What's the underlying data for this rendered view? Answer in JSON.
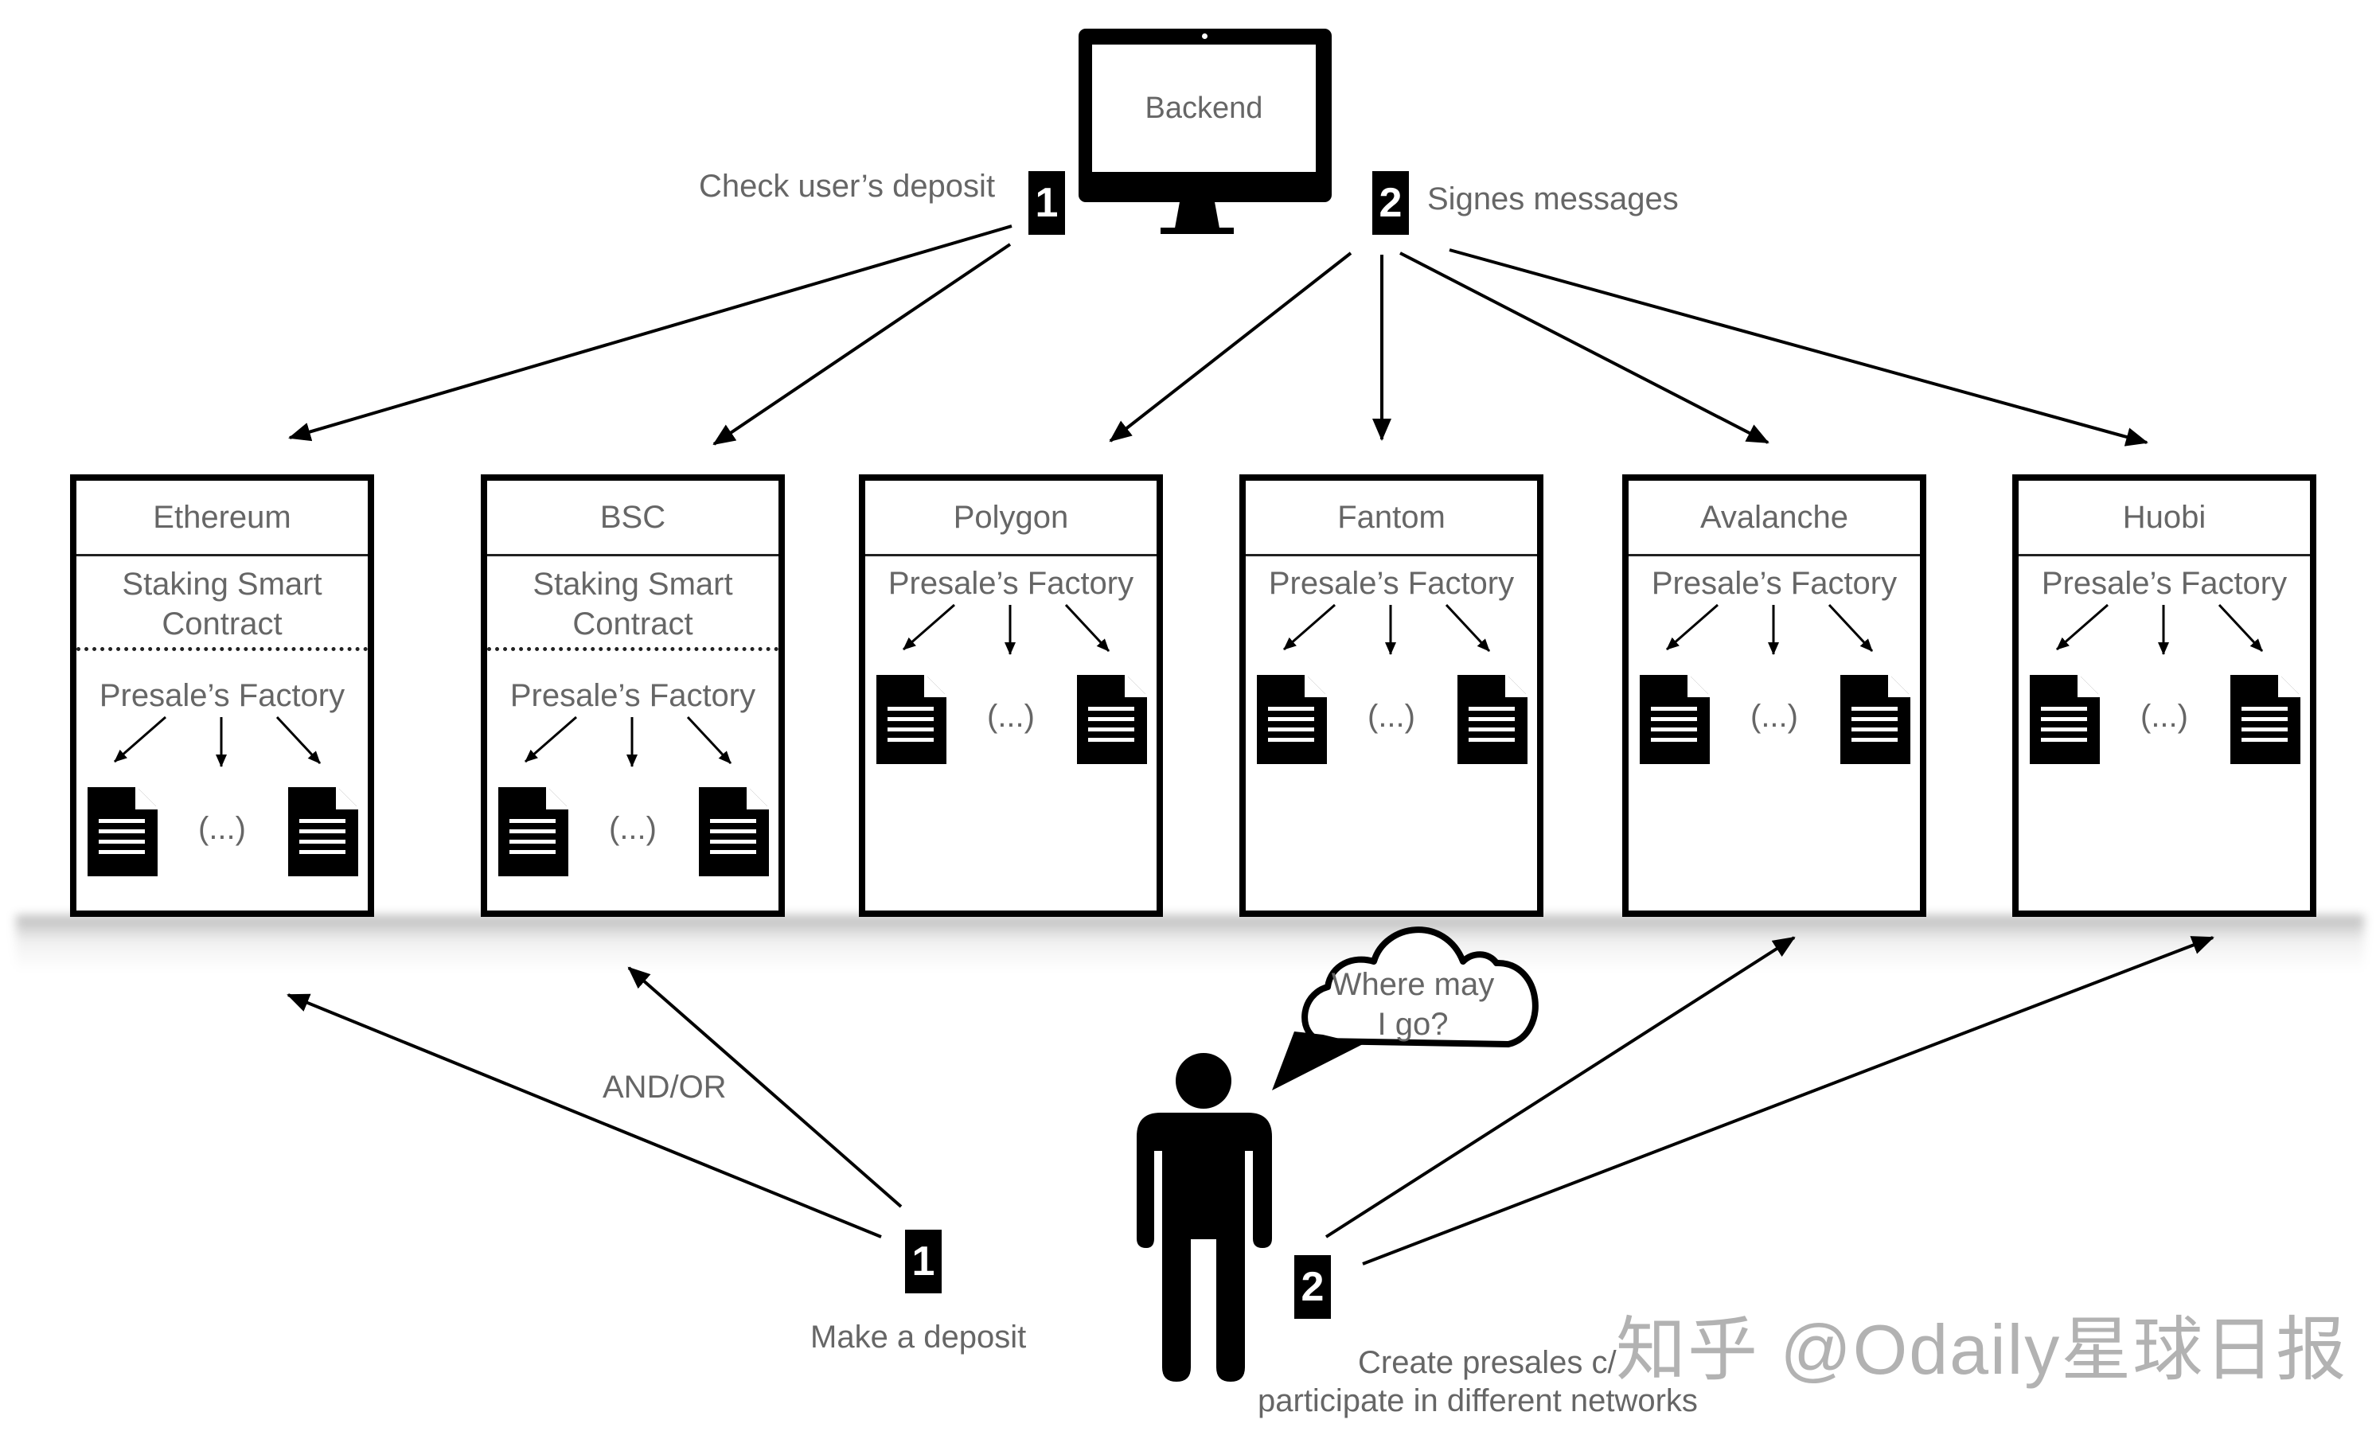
{
  "backend": {
    "label": "Backend"
  },
  "steps_top": [
    {
      "number": "1",
      "label": "Check user’s deposit"
    },
    {
      "number": "2",
      "label": "Signes messages"
    }
  ],
  "networks": [
    {
      "name": "Ethereum",
      "staking": [
        "Staking Smart",
        "Contract"
      ],
      "factory": "Presale’s Factory",
      "ellipsis": "(...)"
    },
    {
      "name": "BSC",
      "staking": [
        "Staking Smart",
        "Contract"
      ],
      "factory": "Presale’s Factory",
      "ellipsis": "(...)"
    },
    {
      "name": "Polygon",
      "staking": null,
      "factory": "Presale’s Factory",
      "ellipsis": "(...)"
    },
    {
      "name": "Fantom",
      "staking": null,
      "factory": "Presale’s Factory",
      "ellipsis": "(...)"
    },
    {
      "name": "Avalanche",
      "staking": null,
      "factory": "Presale’s Factory",
      "ellipsis": "(...)"
    },
    {
      "name": "Huobi",
      "staking": null,
      "factory": "Presale’s Factory",
      "ellipsis": "(...)"
    }
  ],
  "user": {
    "thought": [
      "Where may",
      "I go?"
    ],
    "and_or": "AND/OR",
    "steps": [
      {
        "number": "1",
        "label": "Make a deposit"
      },
      {
        "number": "2",
        "label_line1": "Create presales c/",
        "label_line2": "participate in different networks"
      }
    ]
  },
  "watermark": "知乎 @Odaily星球日报"
}
